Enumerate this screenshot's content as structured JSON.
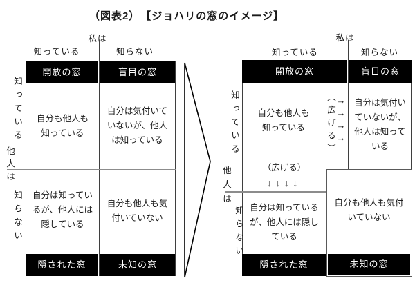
{
  "title": "（図表2）　【ジョハリの窓のイメージ】",
  "colors": {
    "bg": "#ffffff",
    "text": "#1a1a1a",
    "header_bg": "#000000",
    "header_text": "#ffffff",
    "border_dark": "#3f3f3f",
    "border_mid": "#8c8c8c",
    "box_border": "#595959",
    "arrow_stroke": "#000000"
  },
  "left_diagram": {
    "top_axis": {
      "label": "私は",
      "know": "知っている",
      "not_know": "知らない"
    },
    "side_axis": {
      "label": "他人は",
      "know": "知っている",
      "not_know": "知らない"
    },
    "windows": {
      "open": "開放の窓",
      "blind": "盲目の窓",
      "hidden": "隠された窓",
      "unknown": "未知の窓"
    },
    "cells": {
      "open": "自分も他人も\n知っている",
      "blind": "自分は気付いて\nいないが、他人\nは知っている",
      "hidden": "自分は知ってい\nるが、他人には\n隠している",
      "unknown": "自分も他人も気\n付いていない"
    }
  },
  "right_diagram": {
    "top_axis": {
      "label": "私は",
      "know": "知っている",
      "not_know": "知らない"
    },
    "side_axis": {
      "label": "他人は",
      "know": "知っている",
      "not_know": "知らない"
    },
    "windows": {
      "open": "開放の窓",
      "blind": "盲目の窓",
      "hidden": "隠された窓",
      "unknown": "未知の窓"
    },
    "cells": {
      "open": "自分も他人も\n知っている",
      "blind": "自分は気付い\nていないが、\n他人は知って\nいる",
      "hidden": "自分は知っている\nが、他人には隠し\nている",
      "unknown": "自分も他人も気付\nいていない"
    },
    "expand": {
      "vertical_label": "（広げる）",
      "horizontal_label": "（広げる）",
      "right_arrows": "→\n→\n→\n→",
      "down_arrows": "↓↓↓↓"
    }
  }
}
